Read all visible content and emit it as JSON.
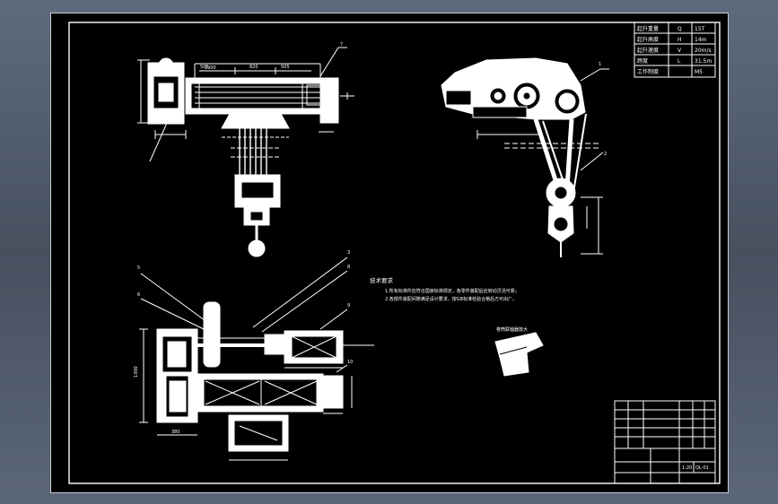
{
  "params_table": {
    "rows": [
      {
        "name": "起升重量",
        "symbol": "Q",
        "value": "15T"
      },
      {
        "name": "起升高度",
        "symbol": "H",
        "value": "14m"
      },
      {
        "name": "起升速度",
        "symbol": "V",
        "value": "20m/s"
      },
      {
        "name": "跨度",
        "symbol": "L",
        "value": "31.5m"
      },
      {
        "name": "工作制度",
        "symbol": "",
        "value": "M5"
      }
    ]
  },
  "tech_requirements": {
    "title": "技术要求",
    "lines": [
      "1.所有标准件应符合国家标准规定，各零件装配后应转动灵活可靠；",
      "2.各部件装配间隙满足设计要求，按GB标准检验合格后方可出厂。"
    ]
  },
  "detail_label": "卷筒联轴器放大",
  "callouts": [
    "1",
    "2",
    "3",
    "5",
    "6",
    "7",
    "8",
    "9",
    "10"
  ],
  "dims": {
    "top_left": [
      "1900",
      "505",
      "820",
      "505"
    ],
    "plan_view": [
      "1300",
      "380"
    ]
  },
  "title_block": {
    "drawing_no": "QL-01",
    "scale": "1:20"
  }
}
